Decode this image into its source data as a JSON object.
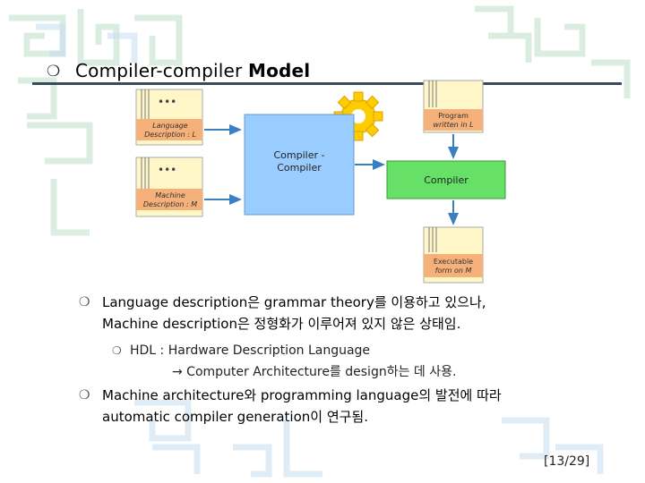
{
  "title": {
    "bullet": "❍",
    "normal": "Compiler-compiler ",
    "bold": "Model"
  },
  "diagram": {
    "lang_desc": [
      "Language",
      "Description : L"
    ],
    "mach_desc": [
      "Machine",
      "Description : M"
    ],
    "compiler_compiler": [
      "Compiler -",
      "Compiler"
    ],
    "program": [
      "Program",
      "written in L"
    ],
    "compiler": "Compiler",
    "executable": [
      "Executable",
      "form on M"
    ],
    "colors": {
      "blue_box": "#99ccff",
      "green_box": "#66e066",
      "yellow_doc": "#fff0a0",
      "orange_label": "#f6b07a",
      "gear": "#ffcc00"
    }
  },
  "bullets": [
    {
      "mark": "❍",
      "lines": [
        "Language description은 grammar theory를 이용하고 있으나,",
        "Machine  description은 정형화가 이루어져 있지 않은 상태임."
      ]
    },
    {
      "mark": "❍",
      "lines": [
        "Machine architecture와 programming language의 발전에 따라",
        "automatic compiler generation이 연구됨."
      ]
    }
  ],
  "sub_bullet": {
    "mark": "❍",
    "line1": "HDL : Hardware Description Language",
    "line2": "→ Computer Architecture를 design하는 데 사용."
  },
  "page": "[13/29]"
}
